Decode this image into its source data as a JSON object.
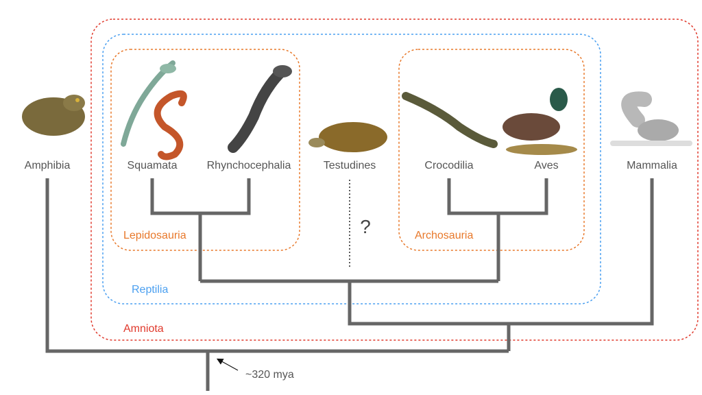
{
  "taxa": {
    "amphibia": "Amphibia",
    "squamata": "Squamata",
    "rhynchocephalia": "Rhynchocephalia",
    "testudines": "Testudines",
    "crocodilia": "Crocodilia",
    "aves": "Aves",
    "mammalia": "Mammalia"
  },
  "groups": {
    "lepidosauria": "Lepidosauria",
    "archosauria": "Archosauria",
    "reptilia": "Reptilia",
    "amniota": "Amniota"
  },
  "uncertain_marker": "?",
  "root_age": "~320 mya",
  "colors": {
    "amniota": "#e0392c",
    "reptilia": "#4a9ff0",
    "clade": "#e8782a",
    "branch": "#666666",
    "label": "#555555"
  }
}
